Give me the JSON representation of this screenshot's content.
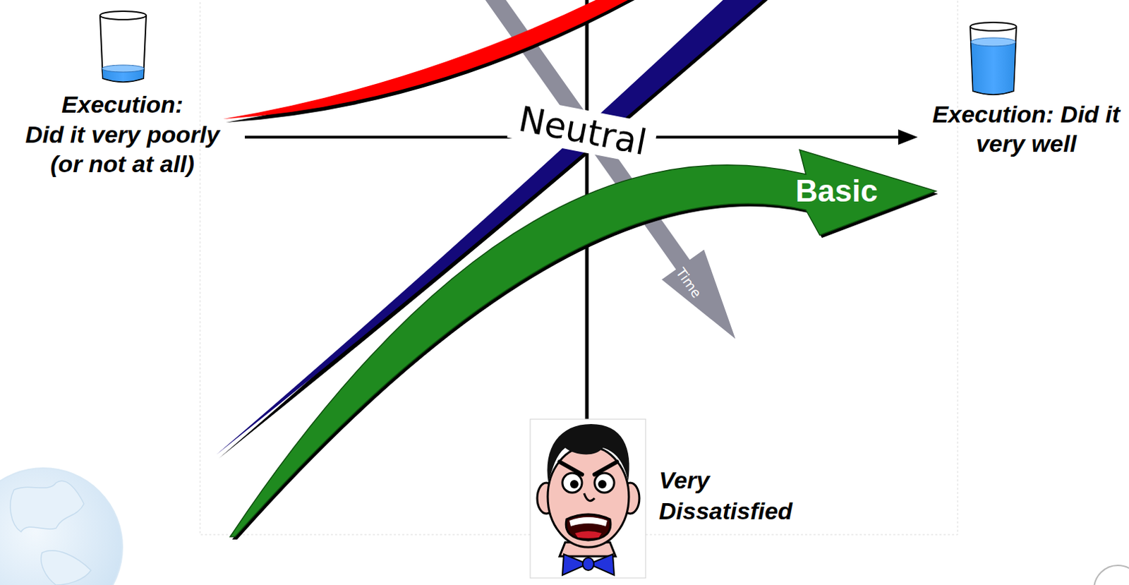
{
  "diagram": {
    "labels": [
      "Execution:",
      "Did it very poorly (or not at all)",
      "Neutral",
      "Time",
      "Execution: Did it very well",
      "Basic",
      "Very Dissatisfied"
    ]
  }
}
